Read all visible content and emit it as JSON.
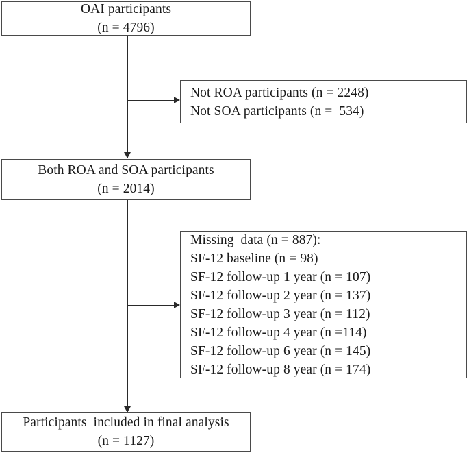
{
  "diagram": {
    "type": "participant-flow-diagram",
    "boxes": {
      "oai": {
        "line1": "OAI participants",
        "line2": "(n = 4796)"
      },
      "excluded_1": {
        "line1": "Not ROA participants (n = 2248)",
        "line2": "Not SOA participants (n =  534)"
      },
      "both": {
        "line1": "Both ROA and SOA participants",
        "line2": "(n = 2014)"
      },
      "missing": {
        "lines": [
          "Missing  data (n = 887):",
          "SF-12 baseline (n = 98)",
          "SF-12 follow-up 1 year (n = 107)",
          "SF-12 follow-up 2 year (n = 137)",
          "SF-12 follow-up 3 year (n = 112)",
          "SF-12 follow-up 4 year (n =114)",
          "SF-12 follow-up 6 year (n = 145)",
          "SF-12 follow-up 8 year (n = 174)"
        ]
      },
      "final": {
        "line1": "Participants  included in final analysis",
        "line2": "(n = 1127)"
      }
    },
    "colors": {
      "box_border": "#4a4a4a",
      "connector": "#2a2a2a",
      "background": "#ffffff",
      "text": "#1a1a1a"
    }
  }
}
